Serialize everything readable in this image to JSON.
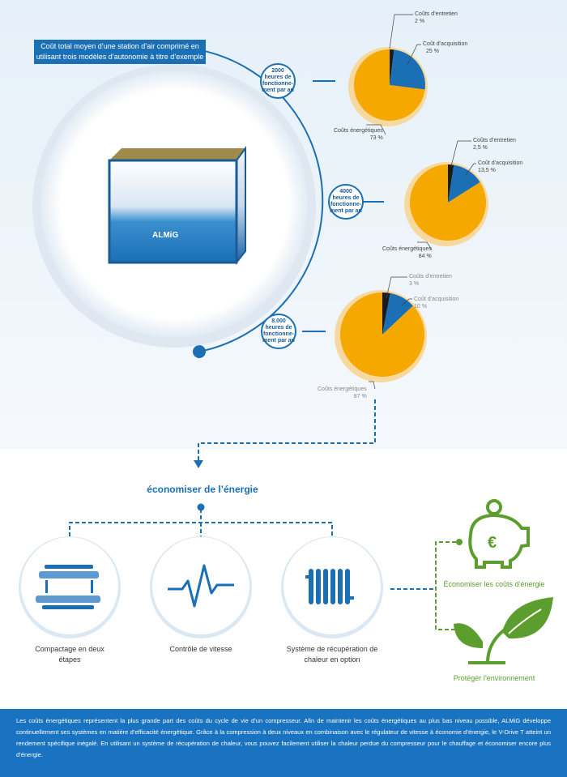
{
  "title": "Coût total moyen d’une station d’air comprimé en utilisant trois modèles d’autonomie à titre d’exemple",
  "brand": "ALMiG",
  "scenarios": [
    {
      "hours": "2000 heures de fonctionne-ment par an",
      "entretien_label": "Coûts d’entretien",
      "entretien_value": "2 %",
      "acquisition_label": "Coût d’acquisition",
      "acquisition_value": "25 %",
      "energie_label": "Coûts énergétiques",
      "energie_value": "73 %"
    },
    {
      "hours": "4000 heures de fonctionne-ment par an",
      "entretien_label": "Coûts d’entretien",
      "entretien_value": "2,5 %",
      "acquisition_label": "Coût d’acquisition",
      "acquisition_value": "13,5 %",
      "energie_label": "Coûts énergétiques",
      "energie_value": "84 %"
    },
    {
      "hours": "8.000 heures de fonctionne-ment par an",
      "entretien_label": "Coûts d’entretien",
      "entretien_value": "3 %",
      "acquisition_label": "Coût d’acquisition",
      "acquisition_value": "10 %",
      "energie_label": "Coûts énergétiques",
      "energie_value": "87 %"
    }
  ],
  "chart_data": [
    {
      "type": "pie",
      "categories": [
        "Coûts d’entretien",
        "Coût d’acquisition",
        "Coûts énergétiques"
      ],
      "values": [
        2,
        25,
        73
      ]
    },
    {
      "type": "pie",
      "categories": [
        "Coûts d’entretien",
        "Coût d’acquisition",
        "Coûts énergétiques"
      ],
      "values": [
        2.5,
        13.5,
        84
      ]
    },
    {
      "type": "pie",
      "categories": [
        "Coûts d’entretien",
        "Coût d’acquisition",
        "Coûts énergétiques"
      ],
      "values": [
        3,
        10,
        87
      ]
    }
  ],
  "colors": {
    "entretien": "#1b1b1b",
    "acquisition": "#1a6fb5",
    "energie": "#f5a800",
    "ring": "#f7d9a0",
    "blue": "#1a6fb5",
    "green": "#5b9e2e"
  },
  "heading": "économiser de l’énergie",
  "features": [
    {
      "label": "Compactage en deux étapes",
      "icon": "compressor-screws-icon"
    },
    {
      "label": "Contrôle de vitesse",
      "icon": "speed-pulse-icon"
    },
    {
      "label": "Système de récupération de chaleur en option",
      "icon": "radiator-icon"
    }
  ],
  "benefits": [
    {
      "label": "Économiser les coûts d’énergie",
      "icon": "piggy-bank-euro-icon"
    },
    {
      "label": "Protéger l’environnement",
      "icon": "leaf-sprout-icon"
    }
  ],
  "footer": "Les coûts énergétiques représentent la plus grande part des coûts du cycle de vie d’un compresseur. Afin de maintenir les coûts énergétiques au plus bas niveau possible, ALMiG développe continuellement ses systèmes en matière d’efficacité énergétique. Grâce à la compression à deux niveaux en combinaison avec le régulateur de vitesse à économie d’énergie, le V-Drive T atteint un rendement spécifique inégalé. En utilisant un système de récupération de chaleur, vous pouvez facilement utiliser la chaleur perdue du compresseur pour le chauffage et économiser encore plus d’énergie."
}
